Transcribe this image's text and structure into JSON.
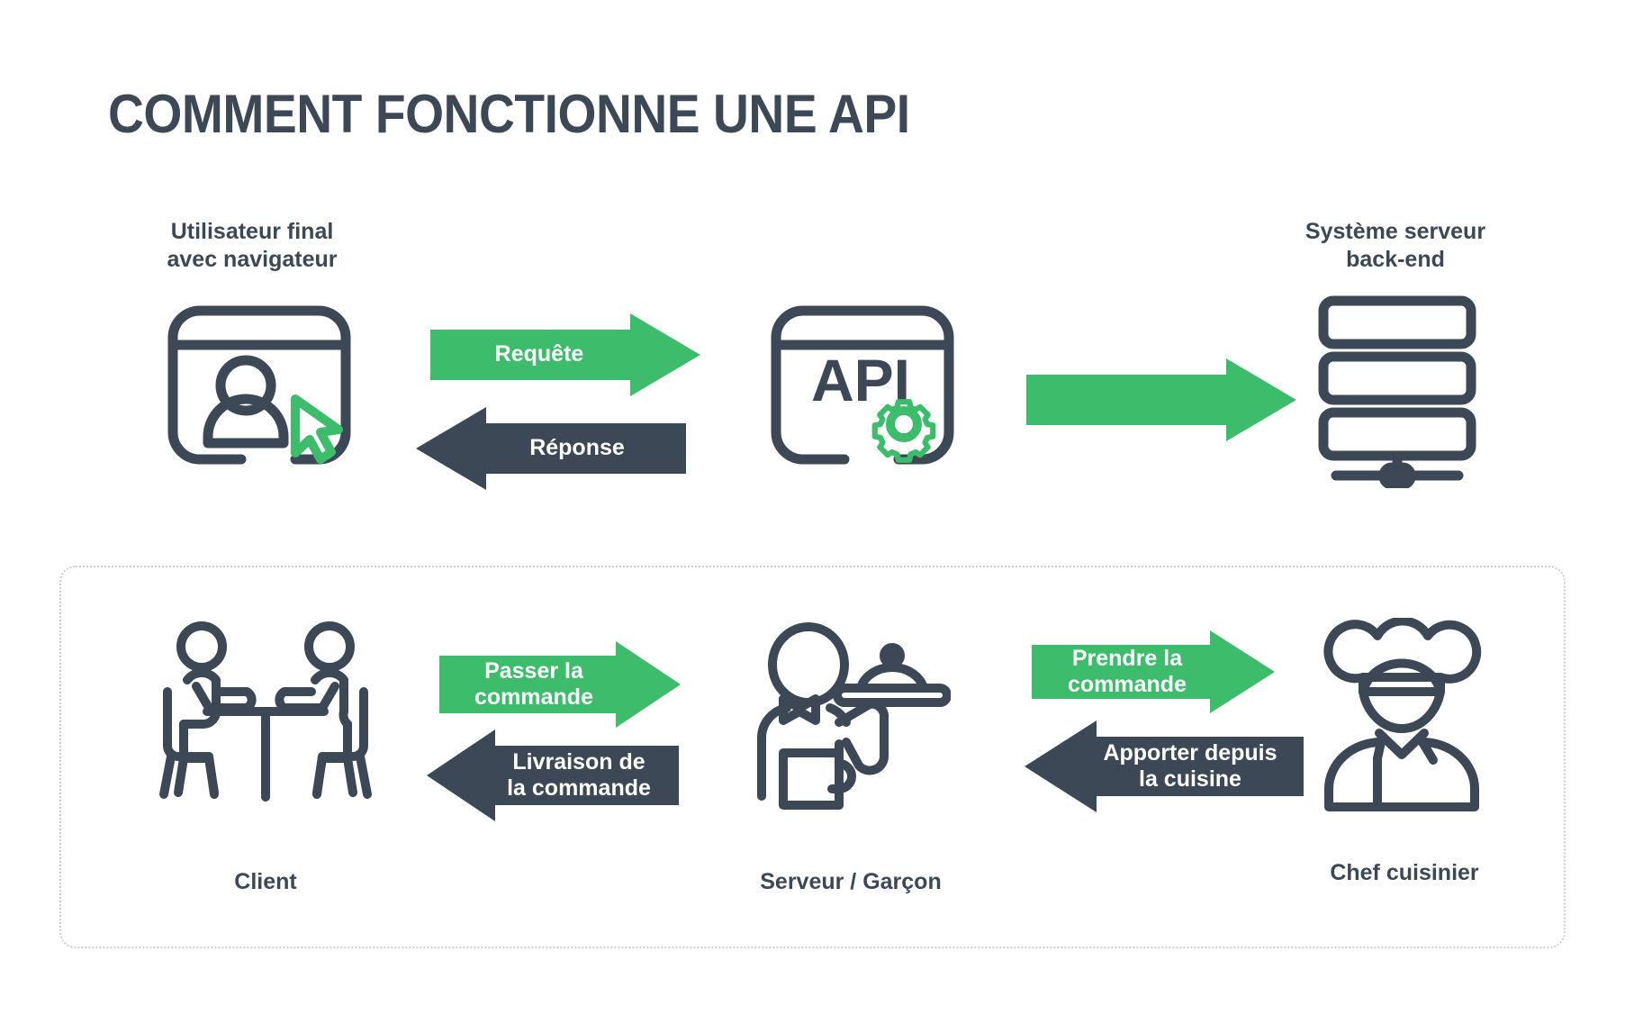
{
  "title": "COMMENT FONCTIONNE UNE API",
  "colors": {
    "green": "#3dbd6b",
    "dark": "#3c4856",
    "panel_border": "#c9cfd6",
    "background": "#ffffff"
  },
  "top_row": {
    "client": {
      "label": "Utilisateur final\navec navigateur",
      "icon": "browser-user-cursor-icon"
    },
    "api": {
      "label": "API",
      "icon": "browser-api-gear-icon"
    },
    "server": {
      "label": "Système serveur\nback-end",
      "icon": "server-rack-icon"
    },
    "arrows": [
      {
        "name": "request-arrow",
        "label": "Requête",
        "direction": "right",
        "color": "#3dbd6b"
      },
      {
        "name": "response-arrow",
        "label": "Réponse",
        "direction": "left",
        "color": "#3c4856"
      },
      {
        "name": "backend-arrow",
        "label": "",
        "direction": "right",
        "color": "#3dbd6b"
      }
    ]
  },
  "bottom_row": {
    "customer": {
      "caption": "Client",
      "icon": "two-people-at-table-icon"
    },
    "waiter": {
      "caption": "Serveur / Garçon",
      "icon": "waiter-with-tray-icon"
    },
    "chef": {
      "caption": "Chef cuisinier",
      "icon": "chef-cook-icon"
    },
    "arrows": [
      {
        "name": "place-order-arrow",
        "label": "Passer la\ncommande",
        "direction": "right",
        "color": "#3dbd6b"
      },
      {
        "name": "deliver-order-arrow",
        "label": "Livraison de\nla commande",
        "direction": "left",
        "color": "#3c4856"
      },
      {
        "name": "take-order-arrow",
        "label": "Prendre la\ncommande",
        "direction": "right",
        "color": "#3dbd6b"
      },
      {
        "name": "bring-kitchen-arrow",
        "label": "Apporter depuis\nla cuisine",
        "direction": "left",
        "color": "#3c4856"
      }
    ]
  }
}
